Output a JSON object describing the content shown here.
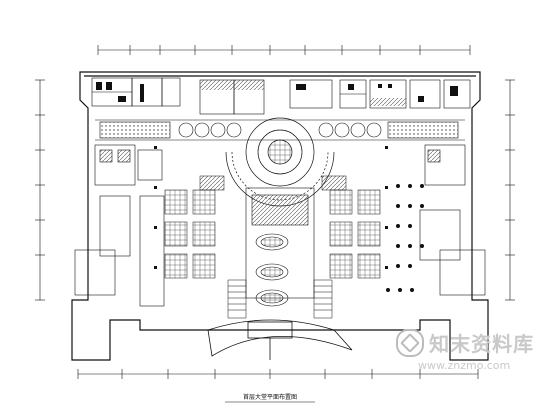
{
  "drawing": {
    "caption": "首层大堂平面布置图"
  },
  "watermark": {
    "name": "知末资料库",
    "url": "www.znzmo.com"
  },
  "colors": {
    "line": "#111111",
    "hatch": "#444444",
    "watermark": "#c9c9c9"
  },
  "icons": {
    "watermark_logo": "cube-in-circle-icon"
  }
}
